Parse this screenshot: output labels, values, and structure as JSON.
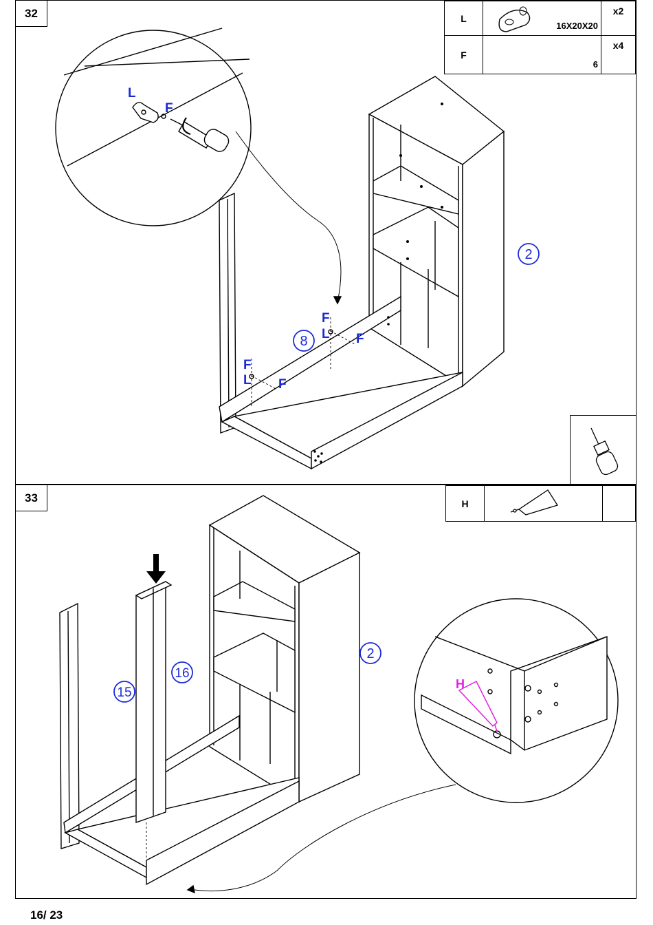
{
  "steps": [
    {
      "number": "32",
      "parts": [
        {
          "letter": "L",
          "size": "16X20X20",
          "qty": "x2",
          "icon": "l-bracket-icon"
        },
        {
          "letter": "F",
          "size": "6",
          "qty": "x4",
          "icon": "screw-icon"
        }
      ],
      "tool": "screwdriver-icon",
      "callouts": {
        "panel_id": "2",
        "rail_id": "8",
        "bracket": "L",
        "screw": "F"
      }
    },
    {
      "number": "33",
      "parts": [
        {
          "letter": "H",
          "size": "",
          "qty": "",
          "icon": "glue-tube-icon"
        }
      ],
      "callouts": {
        "panel_id": "2",
        "leg_a": "15",
        "leg_b": "16",
        "glue": "H"
      }
    }
  ],
  "page": "16/ 23",
  "colors": {
    "callout": "#1a2bd6",
    "glue": "#e020e0",
    "line": "#000000"
  }
}
